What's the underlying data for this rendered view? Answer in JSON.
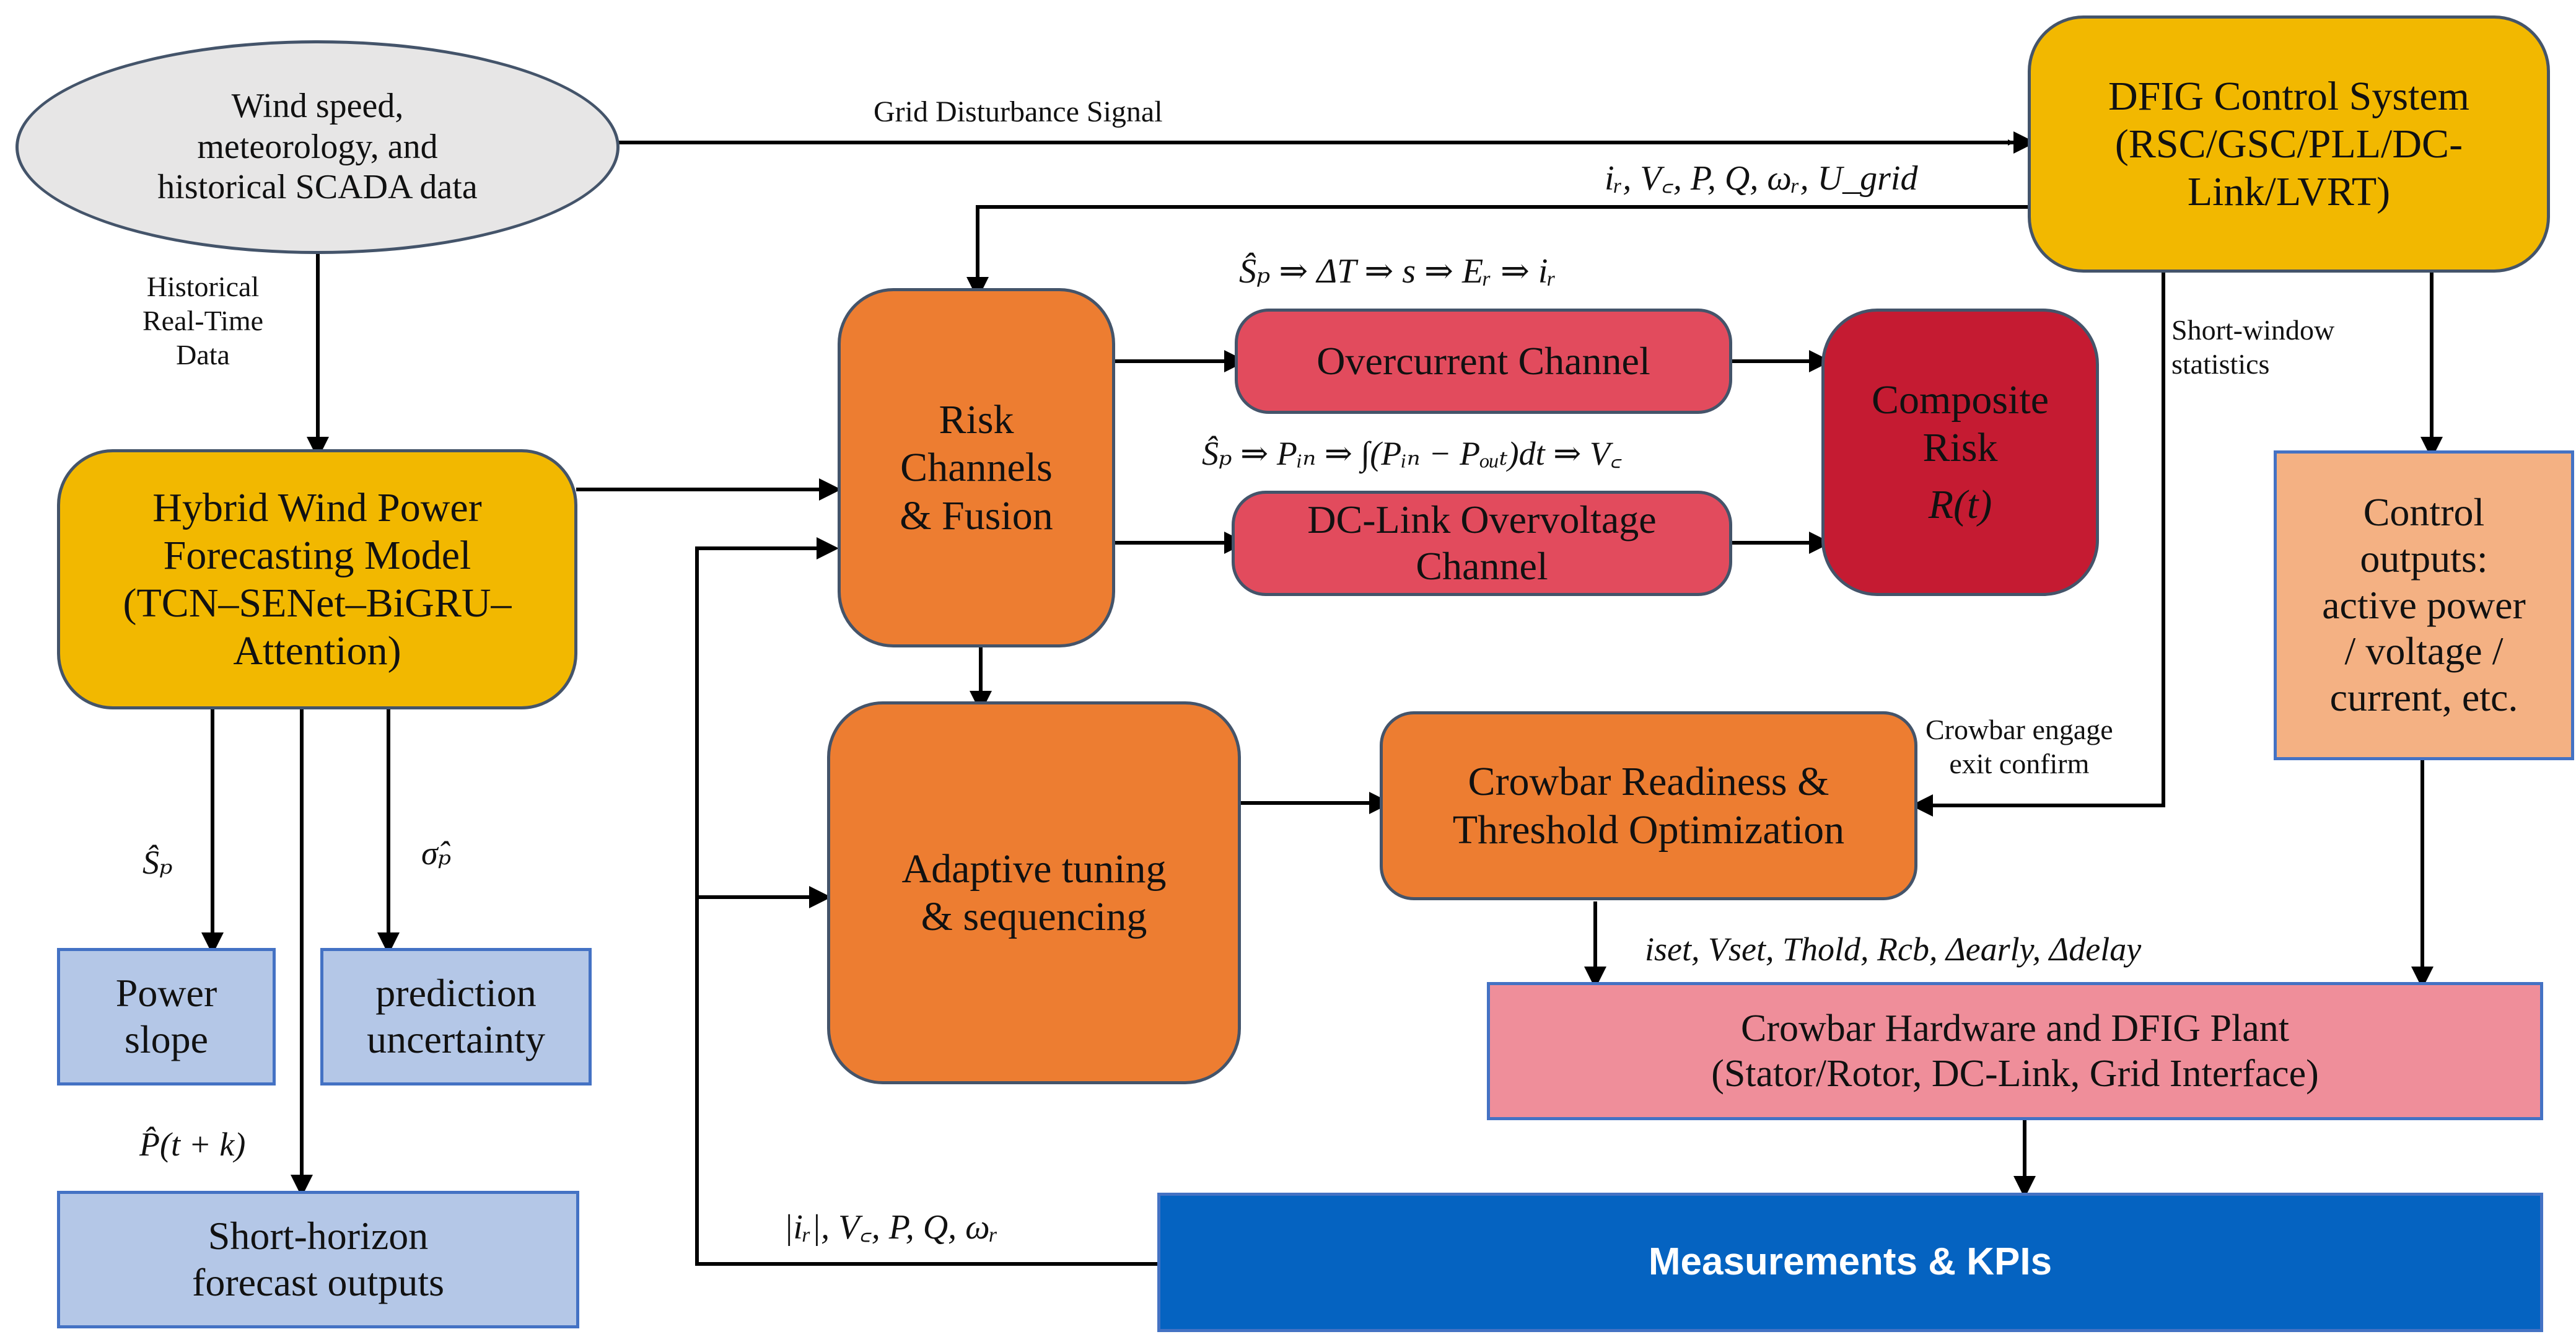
{
  "nodes": {
    "input_data": "Wind speed,\nmeteorology, and\nhistorical SCADA data",
    "forecast_model": "Hybrid Wind Power\nForecasting Model\n(TCN–SENet–BiGRU–\nAttention)",
    "power_slope": "Power\nslope",
    "prediction_uncertainty": "prediction\nuncertainty",
    "short_horizon_outputs": "Short-horizon\nforecast outputs",
    "risk_channels": "Risk\nChannels\n& Fusion",
    "overcurrent_channel": "Overcurrent Channel",
    "dclink_channel": "DC-Link Overvoltage\nChannel",
    "composite_risk": "Composite\nRisk",
    "composite_risk_symbol": "R(t)",
    "adaptive_tuning": "Adaptive tuning\n& sequencing",
    "crowbar_readiness": "Crowbar Readiness &\nThreshold Optimization",
    "dfig_control": "DFIG Control System\n(RSC/GSC/PLL/DC-\nLink/LVRT)",
    "control_outputs": "Control\noutputs:\nactive power\n/ voltage /\ncurrent, etc.",
    "crowbar_hardware": "Crowbar Hardware and DFIG Plant\n(Stator/Rotor, DC-Link, Grid Interface)",
    "measurements": "Measurements & KPIs"
  },
  "labels": {
    "grid_disturbance": "Grid Disturbance Signal",
    "historical_realtime": "Historical\nReal-Time\nData",
    "short_window": "Short-window\nstatistics",
    "crowbar_engage": "Crowbar engage\nexit confirm",
    "feedback_signals": "iᵣ, V꜀, P, Q, ωᵣ, U_grid",
    "overcurrent_chain": "Ŝₚ ⇒ ΔT ⇒ s ⇒ Eᵣ ⇒ iᵣ",
    "dclink_chain": "Ŝₚ ⇒ Pᵢₙ ⇒ ∫(Pᵢₙ − Pₒᵤₜ)dt ⇒ V꜀",
    "power_slope_symbol": "Ŝₚ",
    "uncertainty_symbol": "σ̂ₚ",
    "forecast_symbol": "P̂(t + k)",
    "crowbar_params": "iset, Vset, Thold, Rcb, Δearly, Δdelay",
    "measurement_signals": "|iᵣ|, V꜀, P, Q, ωᵣ"
  },
  "colors": {
    "yellow": "#f2b800",
    "orange": "#ed7d31",
    "red": "#e24b5d",
    "dark_red": "#c51b32",
    "salmon": "#f4b183",
    "light_blue": "#b4c7e7",
    "pink": "#ef8e9a",
    "navy": "#0563c1",
    "grey": "#e7e6e6"
  }
}
